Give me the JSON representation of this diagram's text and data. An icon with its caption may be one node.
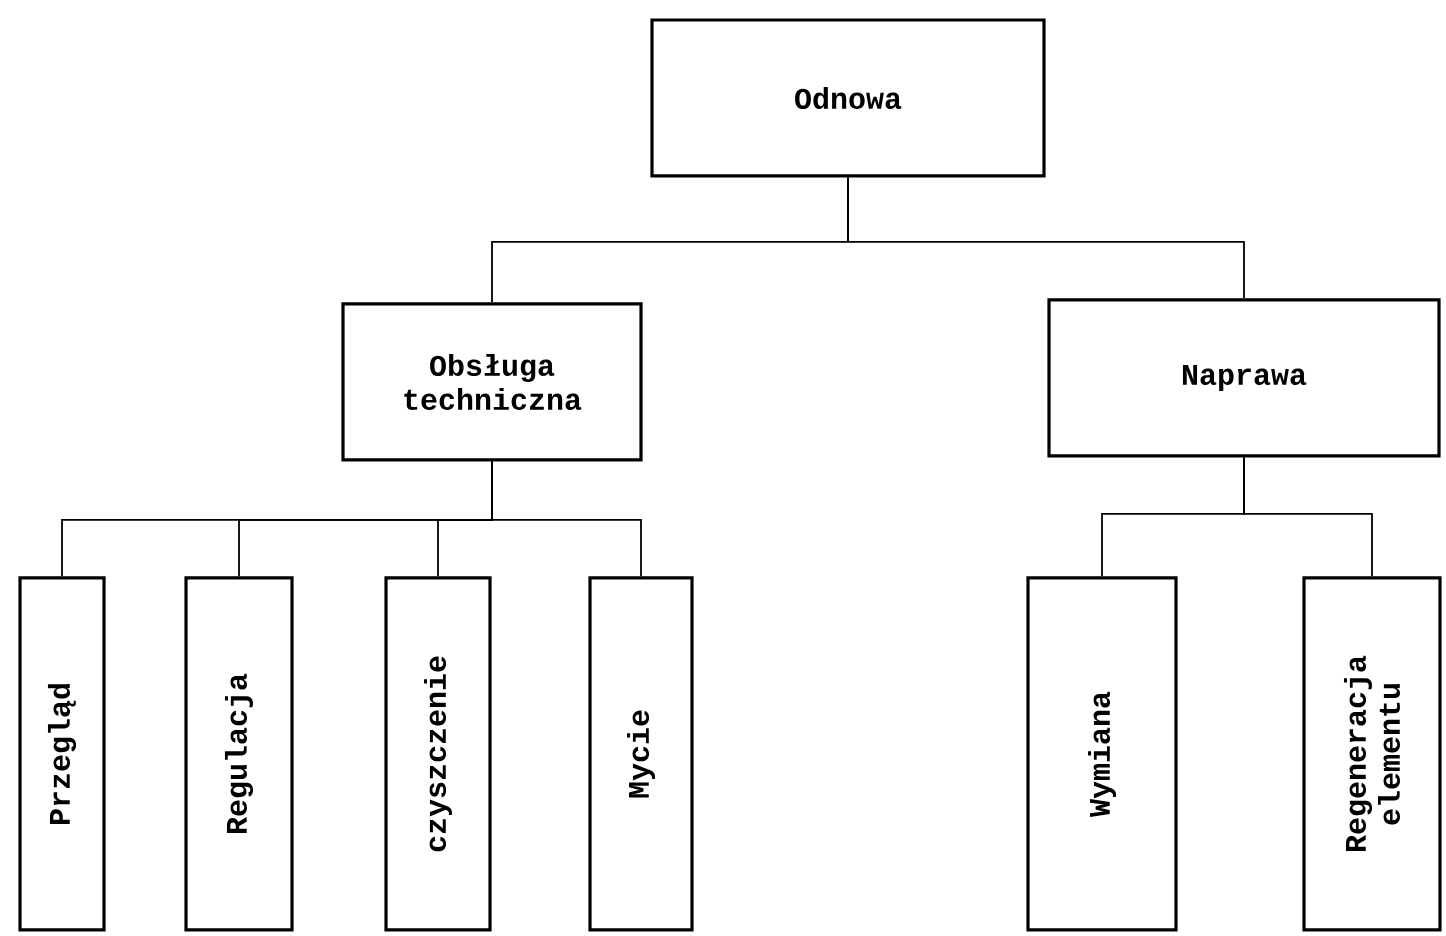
{
  "diagram": {
    "nodes": [
      {
        "text": [
          "Odnowa"
        ]
      },
      {
        "text": [
          "Obsługa techniczna"
        ]
      },
      {
        "text": [
          "Naprawa"
        ]
      },
      {
        "text": [
          "Przegląd"
        ]
      },
      {
        "text": [
          "Regulacja"
        ]
      },
      {
        "text": [
          "czyszczenie"
        ]
      },
      {
        "text": [
          "Mycie"
        ]
      },
      {
        "text": [
          "Wymiana"
        ]
      },
      {
        "text": [
          "Regeneracja elementu"
        ]
      }
    ],
    "edges": [
      {
        "from": 0,
        "to": 1,
        "arrow": "none"
      },
      {
        "from": 0,
        "to": 2,
        "arrow": "none"
      },
      {
        "from": 1,
        "to": 3,
        "arrow": "none"
      },
      {
        "from": 1,
        "to": 4,
        "arrow": "none"
      },
      {
        "from": 1,
        "to": 5,
        "arrow": "none"
      },
      {
        "from": 1,
        "to": 6,
        "arrow": "none"
      },
      {
        "from": 2,
        "to": 7,
        "arrow": "none"
      },
      {
        "from": 2,
        "to": 8,
        "arrow": "none"
      }
    ]
  }
}
